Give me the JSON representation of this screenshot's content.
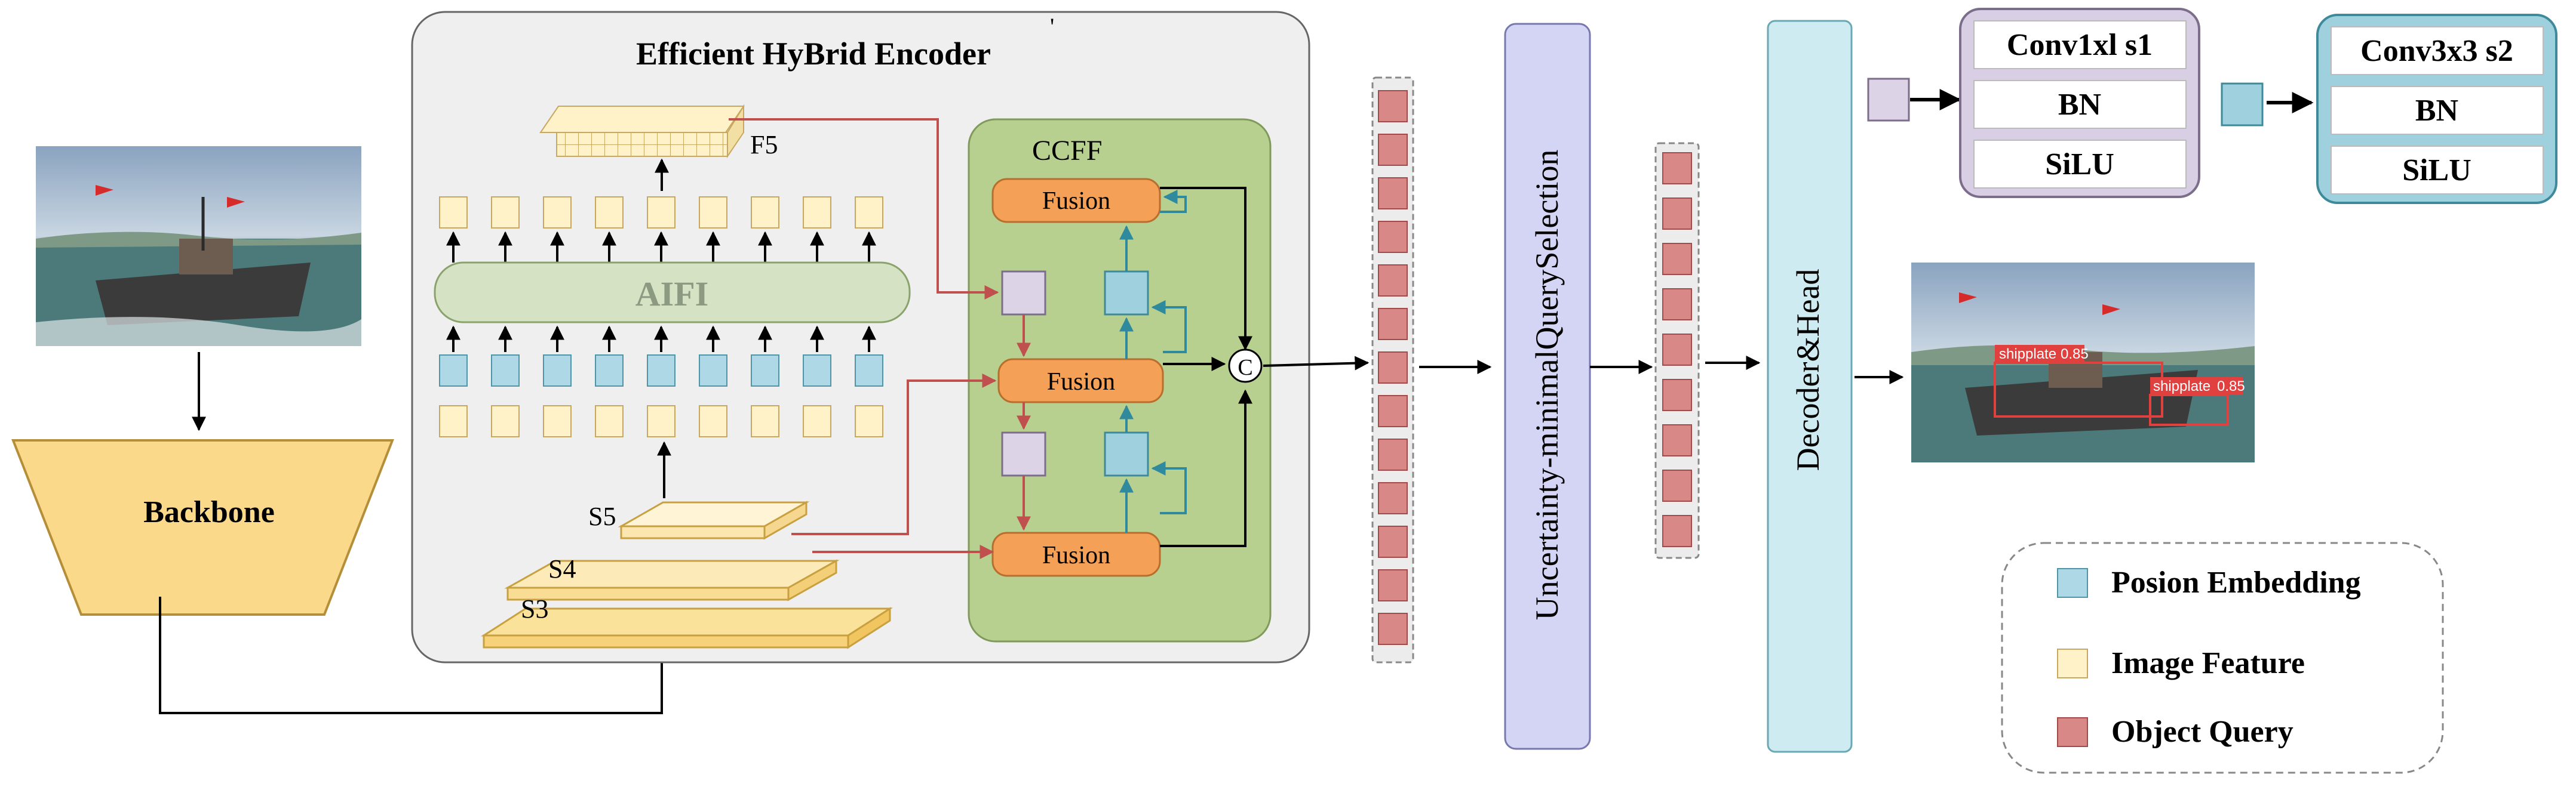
{
  "encoder": {
    "title": "Efficient HyBrid Encoder",
    "tick": "'"
  },
  "ccff": {
    "title": "CCFF",
    "fusion_label": "Fusion",
    "concat_symbol": "C"
  },
  "labels": {
    "aifi": "AIFI",
    "f5": "F5",
    "s5": "S5",
    "s4": "S4",
    "s3": "S3",
    "backbone": "Backbone",
    "query_selection": "Uncertainty-minimalQuerySelection",
    "decoder_head": "Decoder&Head"
  },
  "conv_block_1": {
    "title": "Conv1xl s1",
    "row2": "BN",
    "row3": "SiLU"
  },
  "conv_block_2": {
    "title": "Conv3x3 s2",
    "row2": "BN",
    "row3": "SiLU"
  },
  "detections": [
    {
      "label": "shipplate",
      "score": "0.85"
    },
    {
      "label": "shipplate",
      "score": "0.85"
    }
  ],
  "legend": {
    "items": [
      {
        "label": "Posion Embedding",
        "color": "#aed8e6"
      },
      {
        "label": "Image Feature",
        "color": "#fff2c8"
      },
      {
        "label": "Object Query",
        "color": "#d98888"
      }
    ]
  },
  "colors": {
    "encoder_bg": "#efefef",
    "ccff_bg": "#b7cf8f",
    "fusion": "#f4a056",
    "aifi": "#d5e3c4",
    "selection_bar": "#d4d4f5",
    "decoder_bar": "#cdebf0",
    "red_arrow": "#c0504d",
    "teal_arrow": "#2e8a9c"
  }
}
